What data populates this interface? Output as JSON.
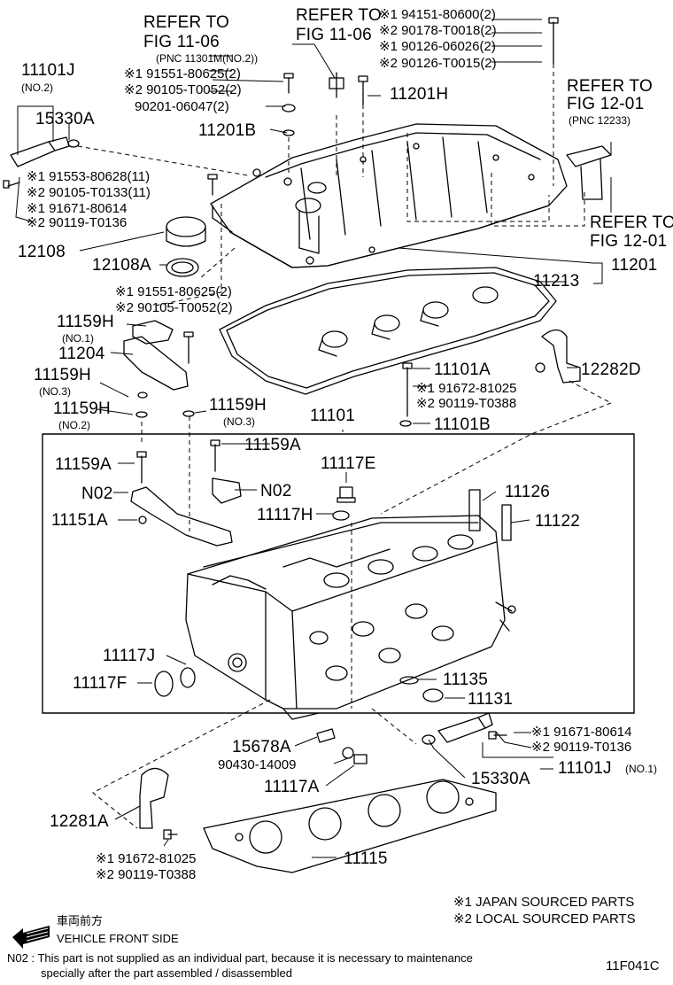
{
  "figure_code": "11F041C",
  "refs": {
    "r1": [
      "REFER TO",
      "FIG 11-06",
      "(PNC 11301M(NO.2))"
    ],
    "r2": [
      "REFER TO",
      "FIG 11-06"
    ],
    "r3": [
      "REFER TO",
      "FIG 12-01",
      "(PNC 12233)"
    ],
    "r4": [
      "REFER TO",
      "FIG 12-01"
    ]
  },
  "parts": {
    "p11101J_top": "11101J",
    "no2_a": "(NO.2)",
    "p15330A_top": "15330A",
    "p91551_a": "※1 91551-80625(2)",
    "p90105_a": "※2 90105-T0052(2)",
    "p90201": "90201-06047(2)",
    "p94151": "※1 94151-80600(2)",
    "p90178": "※2 90178-T0018(2)",
    "p90126a": "※1 90126-06026(2)",
    "p90126b": "※2 90126-T0015(2)",
    "p11201H": "11201H",
    "p11201B": "11201B",
    "p91553": "※1 91553-80628(11)",
    "p90105_b": "※2 90105-T0133(11)",
    "p91671_a": "※1 91671-80614",
    "p90119_a": "※2 90119-T0136",
    "p12108": "12108",
    "p12108A": "12108A",
    "p11201": "11201",
    "p11213": "11213",
    "p91551_b": "※1 91551-80625(2)",
    "p90105_c": "※2 90105-T0052(2)",
    "p11159H_1": "11159H",
    "no1_a": "(NO.1)",
    "p11204": "11204",
    "p11159H_3": "11159H",
    "no3_a": "(NO.3)",
    "p11159H_2": "11159H",
    "no2_b": "(NO.2)",
    "p11159H_3b": "11159H",
    "no3_b": "(NO.3)",
    "p11101A": "11101A",
    "p91672_a": "※1 91672-81025",
    "p90119_b": "※2 90119-T0388",
    "p11101B": "11101B",
    "p12282D": "12282D",
    "p11101": "11101",
    "p11159A_l": "11159A",
    "p11159A_r": "11159A",
    "n02_l": "N02",
    "n02_r": "N02",
    "p11117E": "11117E",
    "p11151A": "11151A",
    "p11117H": "11117H",
    "p11126": "11126",
    "p11122": "11122",
    "p11117J": "11117J",
    "p11117F": "11117F",
    "p11135": "11135",
    "p11131": "11131",
    "p15678A": "15678A",
    "p90430": "90430-14009",
    "p11117A": "11117A",
    "p91671_b": "※1 91671-80614",
    "p90119_c": "※2 90119-T0136",
    "p15330A_bot": "15330A",
    "p11101J_bot": "11101J",
    "no1_b": "(NO.1)",
    "p12281A": "12281A",
    "p91672_b": "※1 91672-81025",
    "p90119_d": "※2 90119-T0388",
    "p11115": "11115"
  },
  "legend": {
    "l1": "※1 JAPAN SOURCED PARTS",
    "l2": "※2 LOCAL SOURCED PARTS"
  },
  "direction": {
    "jp": "車両前方",
    "en": "VEHICLE FRONT SIDE"
  },
  "footnote": {
    "line1": "N02 : This part is not supplied as an individual part, because it is necessary to maintenance",
    "line2": "specially after the part assembled / disassembled"
  }
}
